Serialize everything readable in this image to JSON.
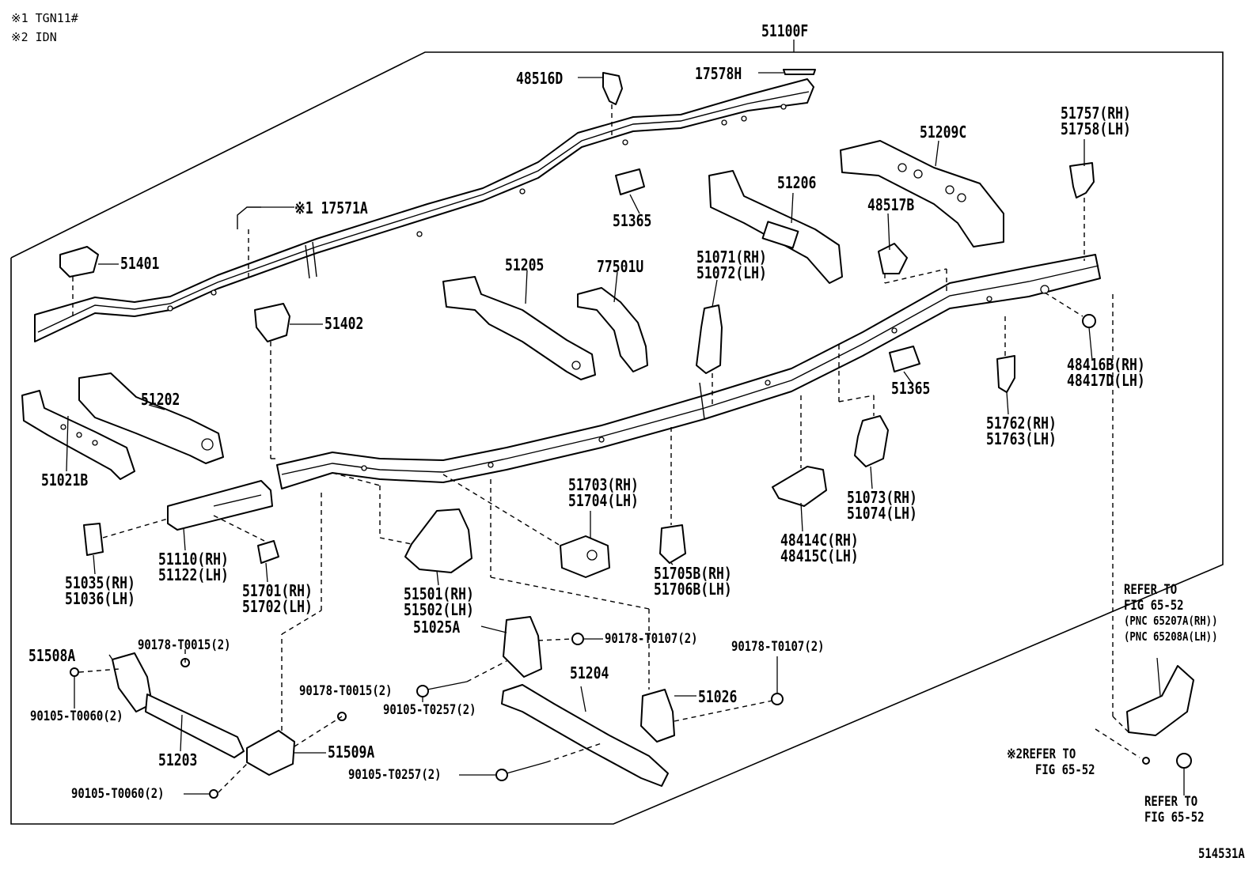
{
  "notes": {
    "note1": "※1 TGN11#",
    "note2": "※2 IDN"
  },
  "figure_id": "514531A",
  "parts": {
    "p51100F": "51100F",
    "p48516D": "48516D",
    "p17578H": "17578H",
    "p17571A": "※1 17571A",
    "p51401": "51401",
    "p51402": "51402",
    "p51757": "51757(RH)",
    "p51758": "51758(LH)",
    "p51209C": "51209C",
    "p51206": "51206",
    "p48517B": "48517B",
    "p51365a": "51365",
    "p51205": "51205",
    "p77501U": "77501U",
    "p51071": "51071(RH)",
    "p51072": "51072(LH)",
    "p48416B": "48416B(RH)",
    "p48417D": "48417D(LH)",
    "p51365b": "51365",
    "p51202": "51202",
    "p51021B": "51021B",
    "p51762": "51762(RH)",
    "p51763": "51763(LH)",
    "p51703": "51703(RH)",
    "p51704": "51704(LH)",
    "p51073": "51073(RH)",
    "p51074": "51074(LH)",
    "p48414C": "48414C(RH)",
    "p48415C": "48415C(LH)",
    "p51035": "51035(RH)",
    "p51036": "51036(LH)",
    "p51110": "51110(RH)",
    "p51122": "51122(LH)",
    "p51701": "51701(RH)",
    "p51702": "51702(LH)",
    "p51501": "51501(RH)",
    "p51502": "51502(LH)",
    "p51705B": "51705B(RH)",
    "p51706B": "51706B(LH)",
    "p90178T0015a": "90178-T0015(2)",
    "p51508A": "51508A",
    "p90105T0060a": "90105-T0060(2)",
    "p51203": "51203",
    "p90105T0060b": "90105-T0060(2)",
    "p51509A": "51509A",
    "p90178T0015b": "90178-T0015(2)",
    "p51025A": "51025A",
    "p90178T0107a": "90178-T0107(2)",
    "p90105T0257a": "90105-T0257(2)",
    "p51204": "51204",
    "p90178T0107b": "90178-T0107(2)",
    "p51026": "51026",
    "p90105T0257b": "90105-T0257(2)"
  },
  "refs": {
    "ref1_line1": "REFER TO",
    "ref1_line2": "FIG 65-52",
    "ref1_line3": "(PNC 65207A(RH))",
    "ref1_line4": "(PNC 65208A(LH))",
    "ref2_line1": "※2REFER TO",
    "ref2_line2": "FIG 65-52",
    "ref3_line1": "REFER TO",
    "ref3_line2": "FIG 65-52"
  }
}
